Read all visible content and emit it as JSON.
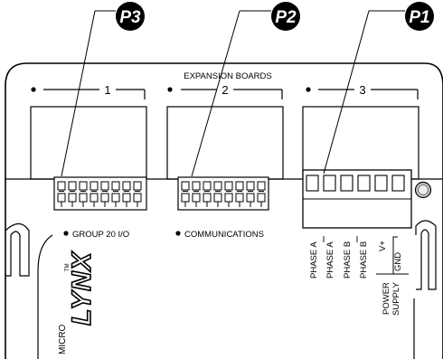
{
  "header": {
    "title": "EXPANSION BOARDS"
  },
  "slots": [
    {
      "number": "1"
    },
    {
      "number": "2"
    },
    {
      "number": "3"
    }
  ],
  "callouts": [
    {
      "label": "P3"
    },
    {
      "label": "P2"
    },
    {
      "label": "P1"
    }
  ],
  "connectors": {
    "group20": {
      "label": "GROUP 20 I/O"
    },
    "communications": {
      "label": "COMMUNICATIONS"
    }
  },
  "terminal_labels": {
    "phase_a": "PHASE A",
    "phase_a_bar": "PHASE A",
    "phase_b": "PHASE B",
    "phase_b_bar": "PHASE B",
    "v_plus": "V+",
    "gnd": "GND",
    "power_supply_line1": "POWER",
    "power_supply_line2": "SUPPLY"
  },
  "logo": {
    "line1": "MICRO",
    "brand": "LYNX",
    "tm": "TM"
  }
}
